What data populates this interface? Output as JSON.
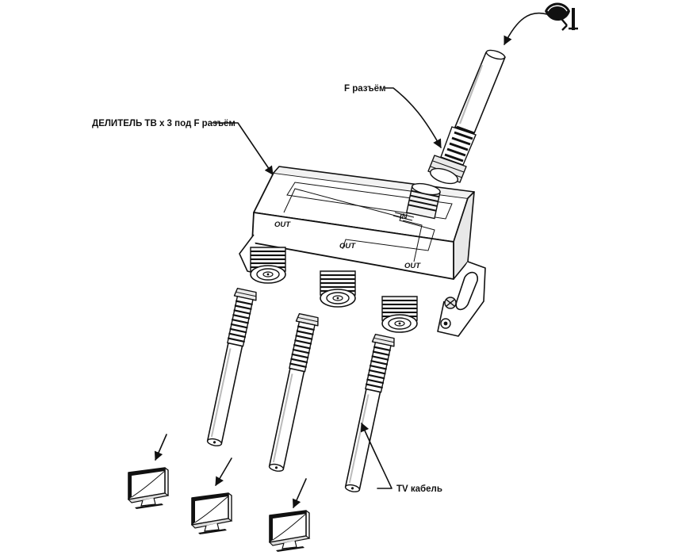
{
  "labels": {
    "splitter": "ДЕЛИТЕЛЬ ТВ х 3 под F разъём",
    "f_connector": "F разъём",
    "tv_cable": "TV кабель"
  },
  "ports": {
    "in": "IN",
    "out_left": "OUT",
    "out_middle": "OUT",
    "out_right": "OUT"
  },
  "icons": {
    "satellite": "satellite-dish-icon",
    "tv": "tv-icon"
  },
  "colors": {
    "line": "#111111",
    "background": "#ffffff"
  }
}
